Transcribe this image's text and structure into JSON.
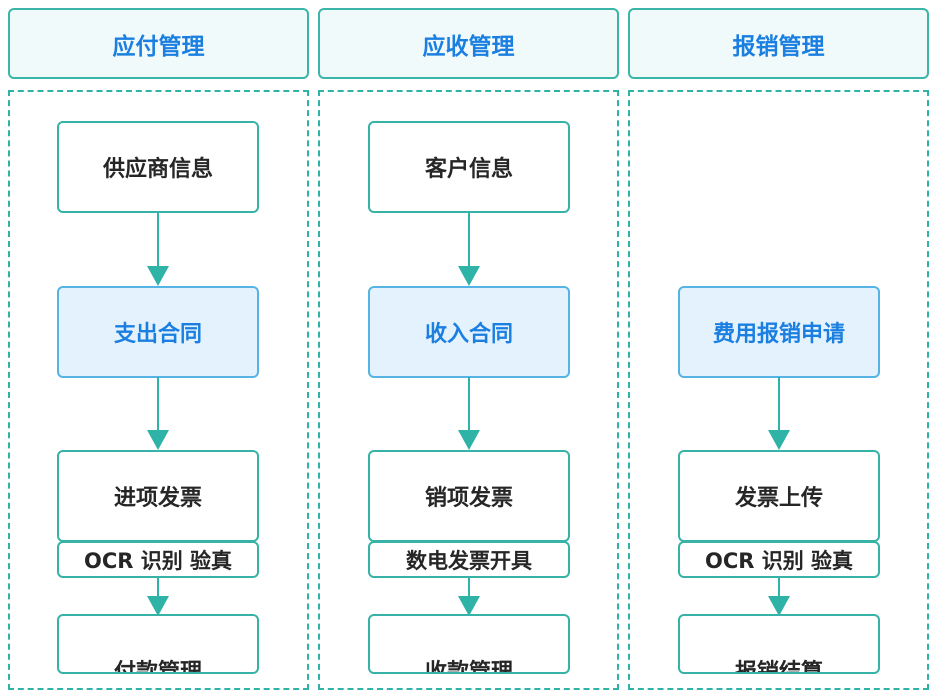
{
  "columns": [
    {
      "title": "应付管理",
      "nodes": {
        "info": "供应商信息",
        "contract": "支出合同",
        "invoice": "进项发票",
        "invoice_sub": "OCR 识别 验真",
        "bottom": "付款管理"
      }
    },
    {
      "title": "应收管理",
      "nodes": {
        "info": "客户信息",
        "contract": "收入合同",
        "invoice": "销项发票",
        "invoice_sub": "数电发票开具",
        "bottom": "收款管理"
      }
    },
    {
      "title": "报销管理",
      "nodes": {
        "request": "费用报销申请",
        "invoice": "发票上传",
        "invoice_sub": "OCR 识别 验真",
        "bottom": "报销结算"
      }
    }
  ],
  "colors": {
    "teal": "#2fb3a7",
    "blue": "#1a7fe0",
    "highlight_bg": "#e4f2fd"
  }
}
